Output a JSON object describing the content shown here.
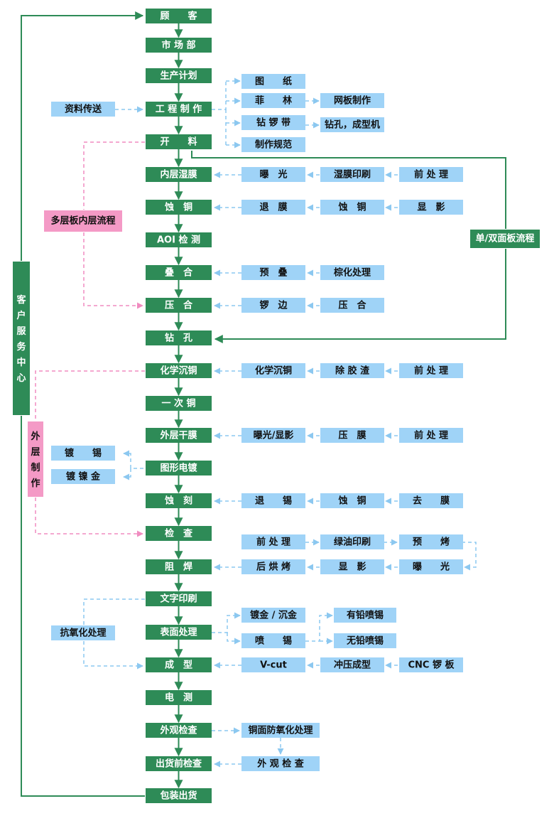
{
  "colors": {
    "main": "#2e8b57",
    "sub": "#9fd3f7",
    "side": "#f49ac6",
    "sub_line": "#8cc8f0",
    "side_line": "#f08cc0"
  },
  "main_steps": [
    "顾　　客",
    "市 场 部",
    "生产计划",
    "工 程 制 作",
    "开　　料",
    "内层湿膜",
    "蚀　铜",
    "AOI 检 测",
    "叠　合",
    "压　合",
    "钻　孔",
    "化学沉铜",
    "一 次 铜",
    "外层干膜",
    "图形电镀",
    "蚀　刻",
    "检　查",
    "阻　焊",
    "文字印刷",
    "表面处理",
    "成　型",
    "电　测",
    "外观检查",
    "出货前检查",
    "包装出货"
  ],
  "engineering": {
    "input": "资料传送",
    "outputs": [
      "图　　纸",
      "菲　　林",
      "钻 锣 带",
      "制作规范"
    ],
    "film_next": "网板制作",
    "drill_next": "钻孔，成型机"
  },
  "inner_layer": {
    "row1": [
      "曝　光",
      "湿膜印刷",
      "前 处 理"
    ],
    "row2": [
      "退　膜",
      "蚀　铜",
      "显　影"
    ]
  },
  "lamination": {
    "row1": [
      "预　叠",
      "棕化处理"
    ],
    "row2": [
      "锣　边",
      "压　合"
    ]
  },
  "pth": [
    "化学沉铜",
    "除 胶 渣",
    "前 处 理"
  ],
  "outer_dry_film": [
    "曝光/显影",
    "压　膜",
    "前 处 理"
  ],
  "plating": [
    "镀　　锡",
    "镀 镍 金"
  ],
  "etch": [
    "退　　锡",
    "蚀　铜",
    "去　　膜"
  ],
  "solder_mask": {
    "top": [
      "前 处 理",
      "绿油印刷",
      "预　　烤"
    ],
    "bottom": [
      "后 烘 烤",
      "显　影",
      "曝　　光"
    ]
  },
  "surface": {
    "left": [
      "镀金 / 沉金",
      "喷　　锡"
    ],
    "right": [
      "有铅喷锡",
      "无铅喷锡"
    ],
    "anti_oxidation": "抗氧化处理"
  },
  "forming": [
    "V-cut",
    "冲压成型",
    "CNC 锣 板"
  ],
  "final": {
    "oxidation": "铜面防氧化处理",
    "inspection": "外 观 检 查"
  },
  "side_labels": {
    "multilayer": "多层板内层流程",
    "single_double": "单/双面板流程",
    "service": "客户服务中心",
    "outer": "外层制作"
  }
}
